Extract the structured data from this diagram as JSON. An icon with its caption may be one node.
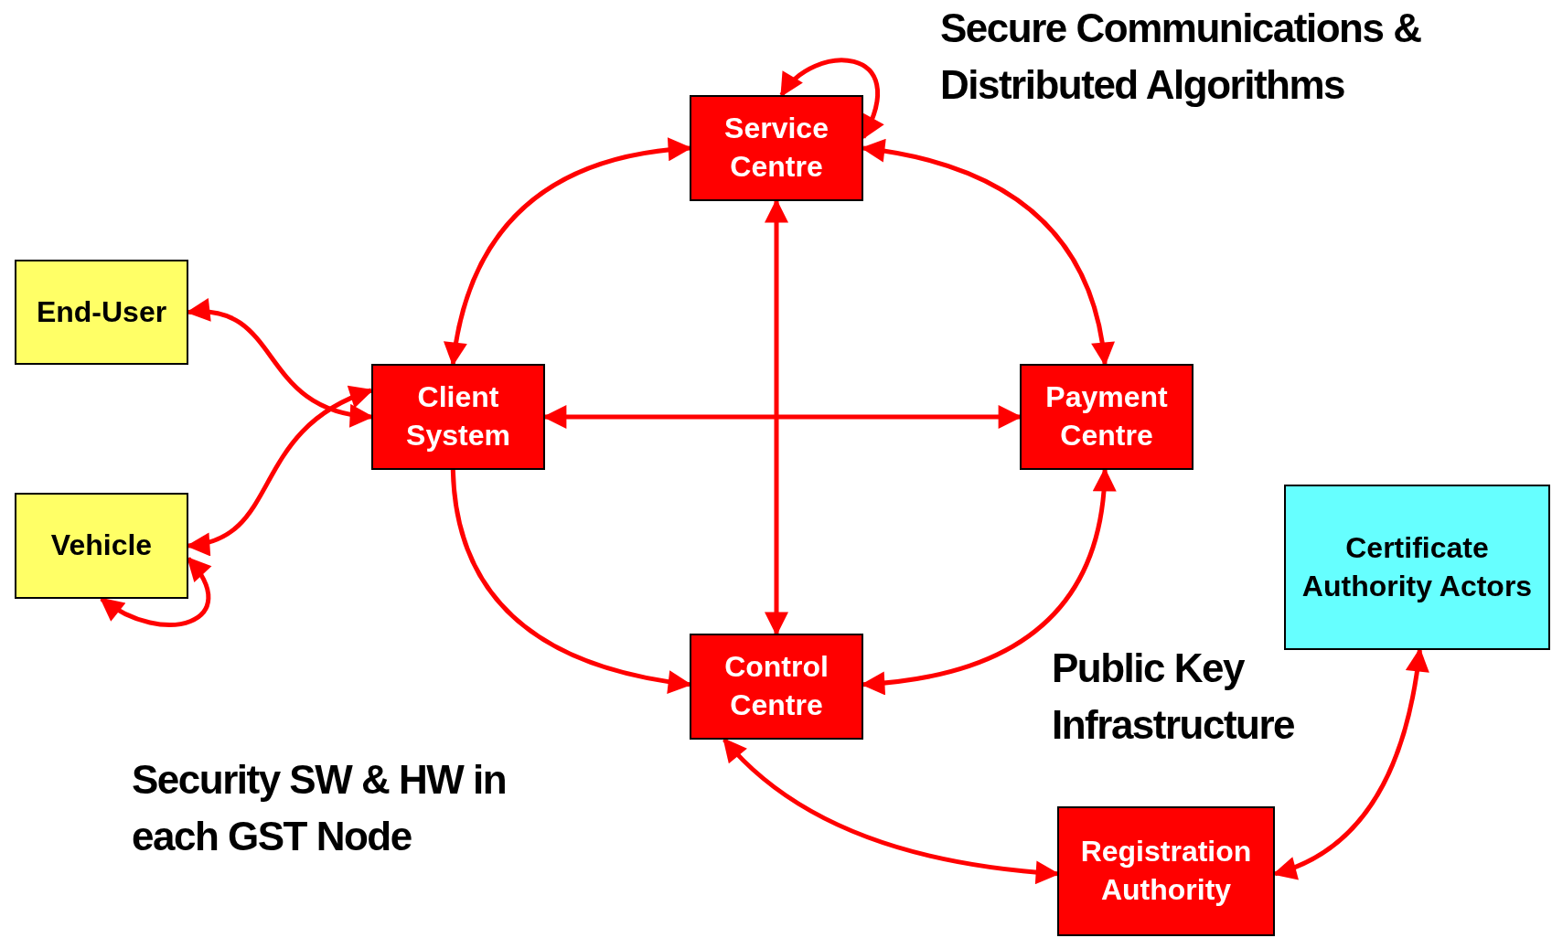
{
  "diagram": {
    "nodes": [
      {
        "text": [
          "Service Centre"
        ]
      },
      {
        "text": [
          "End-User"
        ]
      },
      {
        "text": [
          "Client System"
        ]
      },
      {
        "text": [
          "Payment Centre"
        ]
      },
      {
        "text": [
          "Vehicle"
        ]
      },
      {
        "text": [
          "Certificate Authority Actors"
        ]
      },
      {
        "text": [
          "Control Centre"
        ]
      },
      {
        "text": [
          "Registration Authority"
        ]
      }
    ],
    "edges": [
      {
        "from": 0,
        "to": 2,
        "arrow": "both"
      },
      {
        "from": 0,
        "to": 3,
        "arrow": "both"
      },
      {
        "from": 0,
        "to": 0,
        "arrow": "both"
      },
      {
        "from": 0,
        "to": 6,
        "arrow": "both"
      },
      {
        "from": 2,
        "to": 3,
        "arrow": "both"
      },
      {
        "from": 2,
        "to": 6,
        "arrow": "to"
      },
      {
        "from": 3,
        "to": 6,
        "arrow": "both"
      },
      {
        "from": 1,
        "to": 2,
        "arrow": "both"
      },
      {
        "from": 4,
        "to": 2,
        "arrow": "both"
      },
      {
        "from": 4,
        "to": 4,
        "arrow": "both"
      },
      {
        "from": 6,
        "to": 7,
        "arrow": "both"
      },
      {
        "from": 7,
        "to": 5,
        "arrow": "both"
      }
    ],
    "labels": [
      "Secure Communications & Distributed Algorithms",
      "Public Key Infrastructure",
      "Security SW & HW in each GST Node"
    ]
  }
}
